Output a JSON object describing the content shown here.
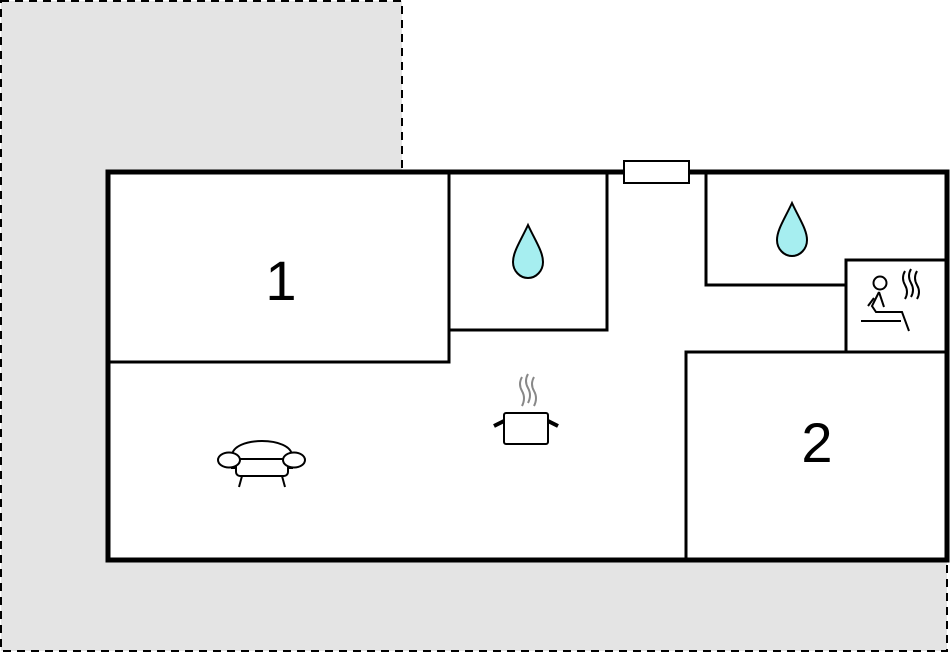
{
  "floorplan": {
    "rooms": [
      {
        "label": "1",
        "kind": "bedroom"
      },
      {
        "label": "2",
        "kind": "bedroom"
      }
    ],
    "icons": {
      "bathroom_1": "water-drop-icon",
      "bathroom_2": "water-drop-icon",
      "kitchen": "cooking-pot-icon",
      "living": "sofa-icon",
      "sauna": "sauna-icon"
    },
    "colors": {
      "terrace": "#e4e4e4",
      "walls": "#000000",
      "water": "#a6eef0",
      "steam": "#888888"
    }
  }
}
